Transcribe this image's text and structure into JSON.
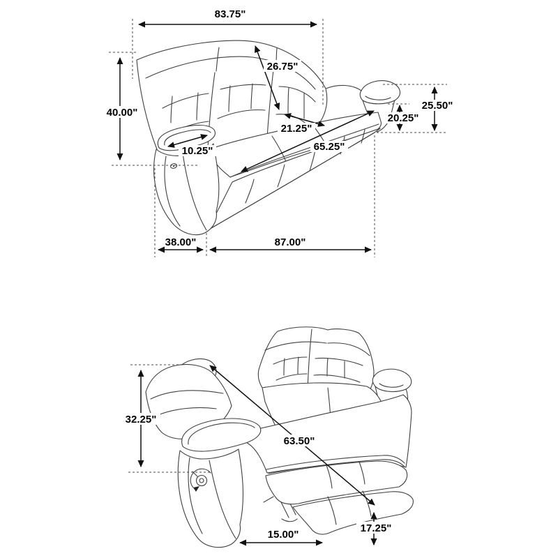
{
  "page": {
    "title": "Reclining sofa dimension diagram",
    "background": "#ffffff",
    "unit": "inches"
  },
  "colors": {
    "line_art": "#3f3f3f",
    "dimension_line": "#111111",
    "extension_line": "#4a4a4a",
    "label_text": "#000000",
    "background": "#ffffff"
  },
  "views": {
    "upright": {
      "name": "sofa upright three-quarter view",
      "dimensions": {
        "overall_width_top": "83.75\"",
        "back_cushion_height": "26.75\"",
        "overall_height": "40.00\"",
        "armrest_width": "10.25\"",
        "seat_depth": "21.25\"",
        "seat_width": "65.25\"",
        "arm_height": "25.50\"",
        "seat_height": "20.25\"",
        "overall_depth": "38.00\"",
        "overall_width_front": "87.00\""
      }
    },
    "reclined": {
      "name": "sofa reclined with footrest extended",
      "dimensions": {
        "reclined_height": "32.25\"",
        "reclined_length": "63.50\"",
        "footrest_height": "17.25\"",
        "footrest_length": "15.00\""
      }
    }
  },
  "icons": {
    "recline_lever": "manual recline lever with rotation arrow",
    "power_button": "side power/release button"
  }
}
